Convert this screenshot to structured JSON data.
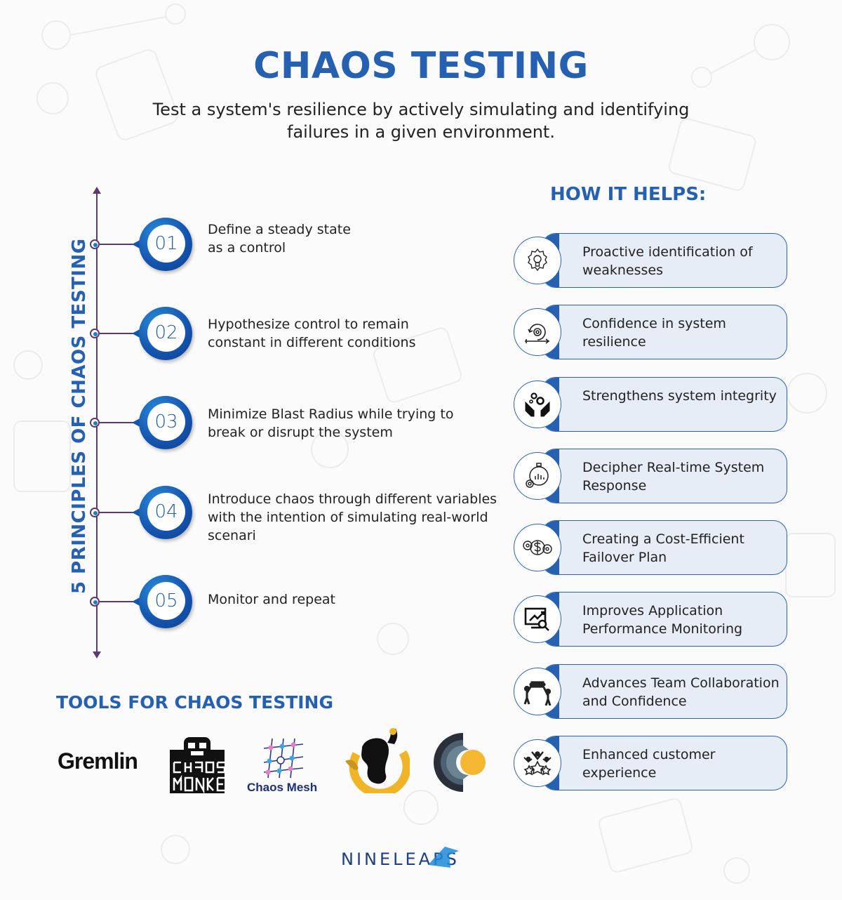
{
  "header": {
    "title": "CHAOS TESTING",
    "subtitle": "Test a system's resilience by actively simulating and identifying failures in a given environment."
  },
  "principles": {
    "heading": "5 PRINCIPLES OF CHAOS TESTING",
    "items": [
      {
        "number": "01",
        "text": "Define a steady state as a control"
      },
      {
        "number": "02",
        "text": "Hypothesize control to remain constant in different conditions"
      },
      {
        "number": "03",
        "text": "Minimize Blast Radius while trying to break or disrupt the system"
      },
      {
        "number": "04",
        "text": "Introduce chaos through different variables with the intention of simulating real-world scenari"
      },
      {
        "number": "05",
        "text": "Monitor and repeat"
      }
    ]
  },
  "helps": {
    "heading": "HOW IT HELPS:",
    "items": [
      {
        "icon": "gear-lightbulb-icon",
        "label": "Proactive identification of weaknesses"
      },
      {
        "icon": "cycle-gear-icon",
        "label": "Confidence in system resilience"
      },
      {
        "icon": "hands-gears-icon",
        "label": "Strengthens system integrity"
      },
      {
        "icon": "stopwatch-chart-icon",
        "label": "Decipher Real-time System Response"
      },
      {
        "icon": "dollar-gears-icon",
        "label": "Creating a Cost-Efficient Failover Plan"
      },
      {
        "icon": "monitor-magnifier-icon",
        "label": "Improves Application Performance Monitoring"
      },
      {
        "icon": "team-puzzle-icon",
        "label": "Advances Team Collaboration and Confidence"
      },
      {
        "icon": "people-stars-icon",
        "label": "Enhanced customer experience"
      }
    ]
  },
  "tools": {
    "heading": "TOOLS FOR CHAOS TESTING",
    "items": [
      {
        "name": "Gremlin",
        "label": "Gremlin"
      },
      {
        "name": "Chaos Monkey",
        "label": ""
      },
      {
        "name": "Chaos Mesh",
        "label": "Chaos Mesh"
      },
      {
        "name": "Chaos Toolkit monkey",
        "label": ""
      },
      {
        "name": "Litmus",
        "label": ""
      }
    ]
  },
  "footer": {
    "brand": "NINELEAPS"
  },
  "colors": {
    "accent": "#2660b0",
    "badge_dark": "#1556b0",
    "card_fill": "#e6edf7",
    "timeline": "#5b3a6e",
    "yellow": "#f0b429"
  }
}
